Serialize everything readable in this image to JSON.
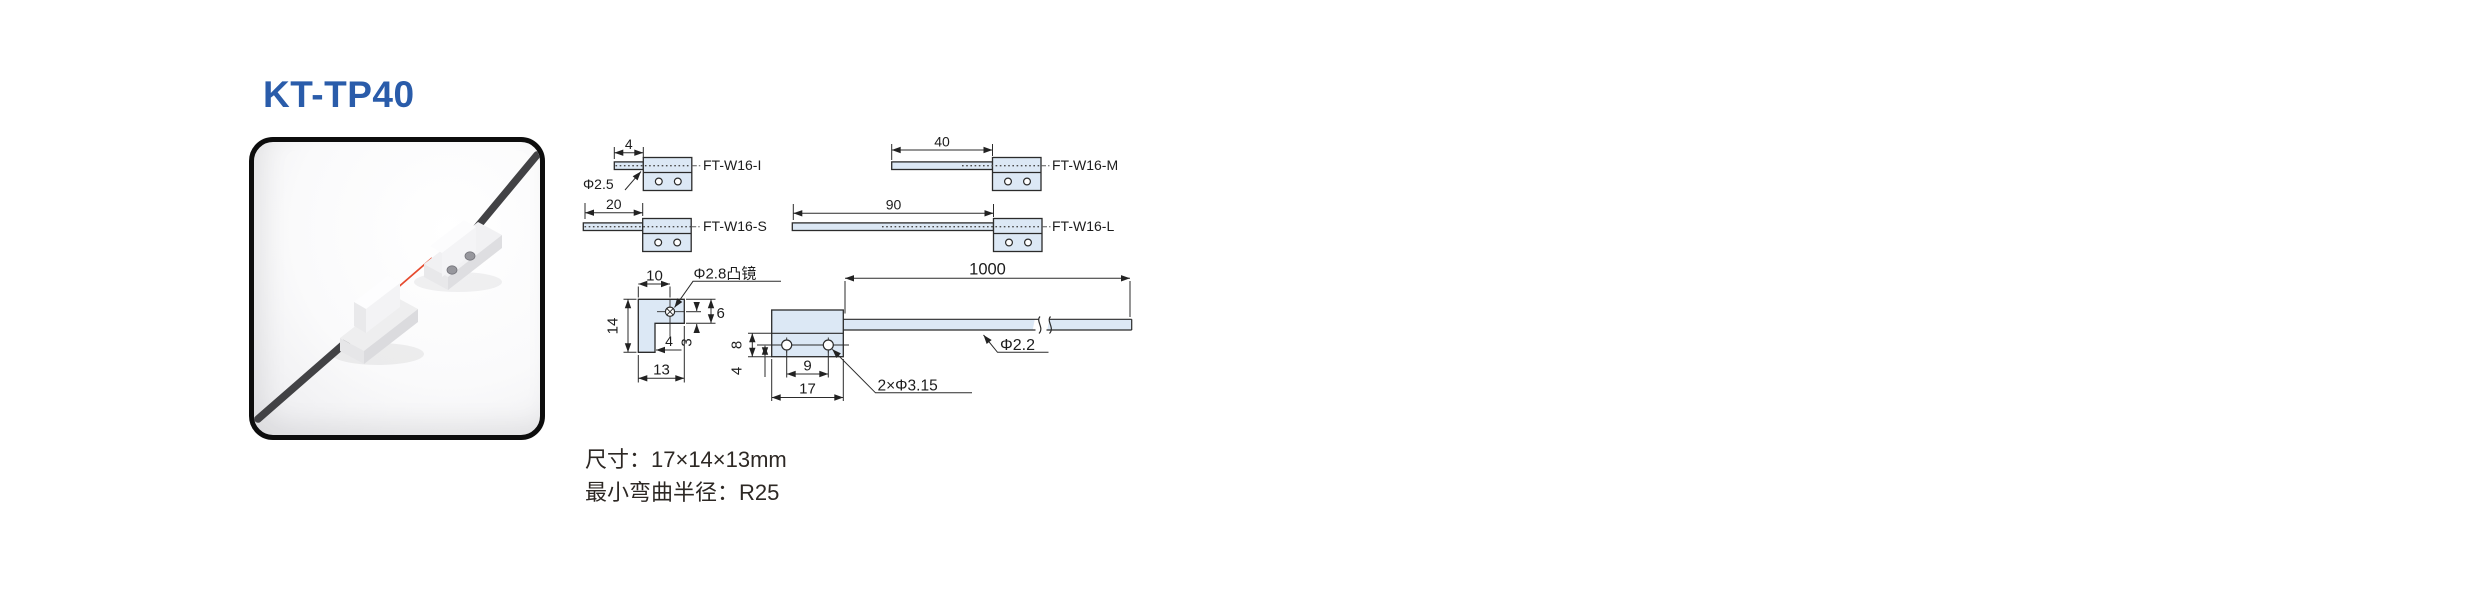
{
  "title": {
    "text": "KT-TP40",
    "color": "#2a5caa"
  },
  "drawing": {
    "variants": [
      {
        "label": "FT-W16-I",
        "length_dim": "4"
      },
      {
        "label": "FT-W16-M",
        "length_dim": "40"
      },
      {
        "label": "FT-W16-S",
        "length_dim": "20"
      },
      {
        "label": "FT-W16-L",
        "length_dim": "90"
      }
    ],
    "callouts": {
      "tube_diameter": "Φ2.5",
      "lens_label": "Φ2.8凸镜",
      "cable_length": "1000",
      "cable_diameter": "Φ2.2",
      "mount_holes": "2×Φ3.15"
    },
    "side_view": {
      "top_width": "10",
      "height": "14",
      "head_height": "6",
      "lens_offset": "3",
      "step": "4",
      "width": "13"
    },
    "front_view": {
      "lower_height": "8",
      "hole_to_bottom": "4",
      "hole_pitch": "9",
      "width": "17"
    }
  },
  "specs": {
    "size": "尺寸：17×14×13mm",
    "min_bend_radius": "最小弯曲半径：R25"
  }
}
